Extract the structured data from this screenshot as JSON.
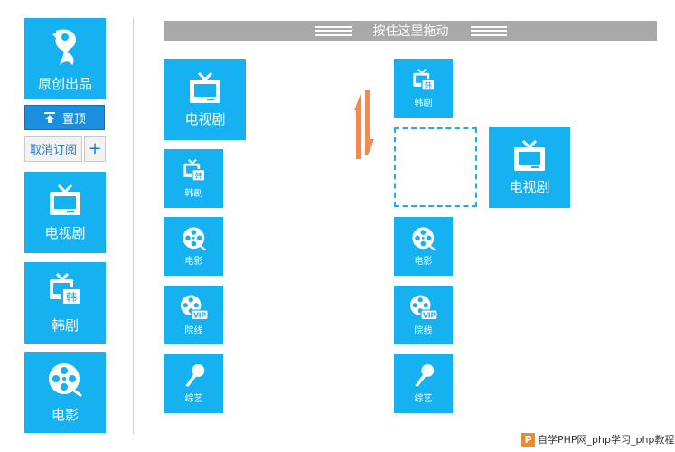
{
  "sidebar": {
    "original": {
      "label": "原创出品",
      "icon": "bird-logo-icon"
    },
    "pin_top_label": "置顶",
    "cancel_label": "取消订阅",
    "plus_label": "+",
    "items": [
      {
        "label": "电视剧",
        "icon": "tv-icon"
      },
      {
        "label": "韩剧",
        "icon": "korean-tv-icon",
        "badge": "韩"
      },
      {
        "label": "电影",
        "icon": "film-reel-icon"
      }
    ]
  },
  "drag_bar": {
    "label": "按住这里拖动"
  },
  "left_column": [
    {
      "label": "电视剧",
      "icon": "tv-icon"
    },
    {
      "label": "韩剧",
      "icon": "korean-tv-icon",
      "badge": "韩"
    },
    {
      "label": "电影",
      "icon": "film-reel-icon"
    },
    {
      "label": "院线",
      "icon": "vip-film-icon",
      "badge": "VIP"
    },
    {
      "label": "综艺",
      "icon": "microphone-icon"
    }
  ],
  "right_column": [
    {
      "label": "韩剧",
      "icon": "korean-tv-icon",
      "badge": "韩"
    },
    {
      "label": "电影",
      "icon": "film-reel-icon"
    },
    {
      "label": "院线",
      "icon": "vip-film-icon",
      "badge": "VIP"
    },
    {
      "label": "综艺",
      "icon": "microphone-icon"
    }
  ],
  "dragging_tile": {
    "label": "电视剧",
    "icon": "tv-icon"
  },
  "watermark": {
    "logo": "P",
    "text": "自学PHP网_php学习_php教程"
  },
  "colors": {
    "tile": "#15b1f0",
    "drag_bar": "#a9a9a9",
    "swap_arrow": "#f08a50",
    "placeholder_border": "#26a9e6"
  }
}
